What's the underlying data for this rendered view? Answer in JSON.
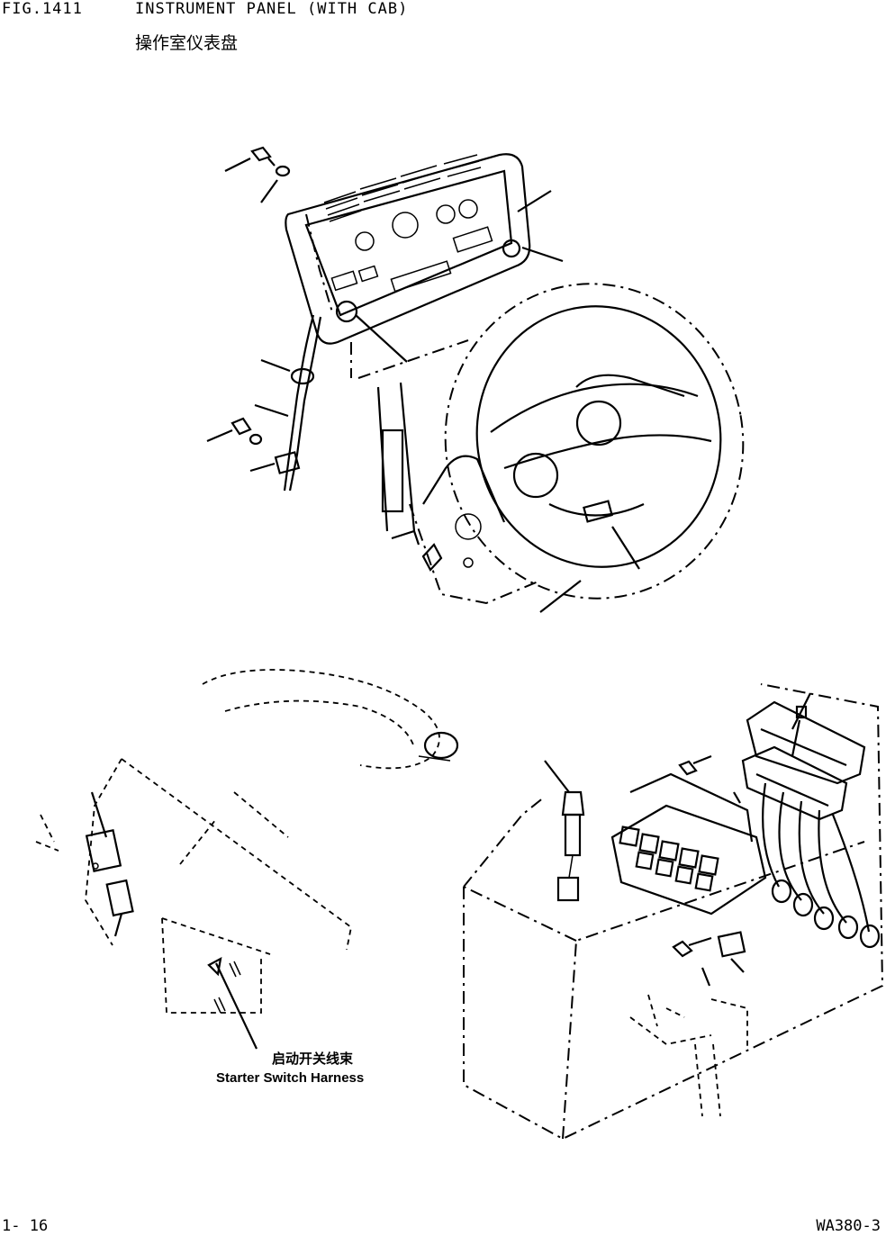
{
  "header": {
    "figure_no": "FIG.1411",
    "title_en": "INSTRUMENT PANEL (WITH CAB)",
    "title_cn": "操作室仪表盘"
  },
  "callout": {
    "label_cn": "启动开关线束",
    "label_en": "Starter Switch Harness"
  },
  "footer": {
    "page": "1- 16",
    "model": "WA380-3"
  }
}
